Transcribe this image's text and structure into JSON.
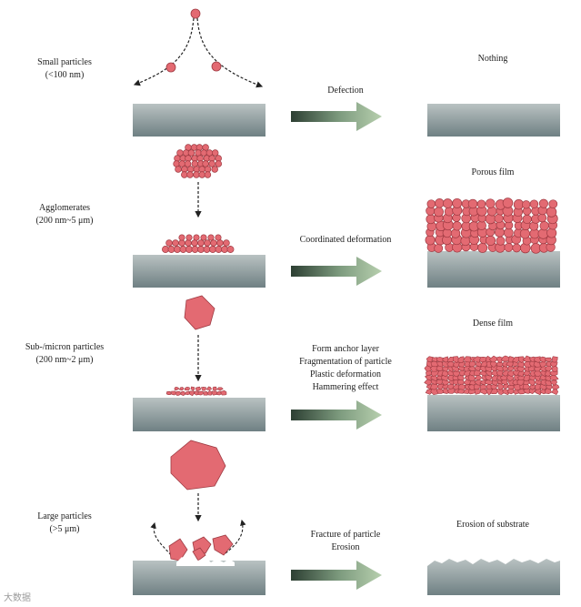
{
  "rows": [
    {
      "particle_name": "Small particles",
      "size_range": "(<100 nm)",
      "process_lines": [
        "Defection"
      ],
      "result": "Nothing"
    },
    {
      "particle_name": "Agglomerates",
      "size_range": "(200 nm~5 μm)",
      "process_lines": [
        "Coordinated deformation"
      ],
      "result": "Porous film"
    },
    {
      "particle_name": "Sub-/micron particles",
      "size_range": "(200 nm~2 μm)",
      "process_lines": [
        "Form anchor layer",
        "Fragmentation of particle",
        "Plastic deformation",
        "Hammering effect"
      ],
      "result": "Dense film"
    },
    {
      "particle_name": "Large particles",
      "size_range": "(>5 μm)",
      "process_lines": [
        "Fracture of particle",
        "Erosion"
      ],
      "result": "Erosion of substrate"
    }
  ],
  "watermark": "大数据",
  "colors": {
    "particle": "#e36a72",
    "particle_edge": "#9e3a42",
    "substrate_top": "#b9c2c2",
    "substrate_bottom": "#6f8083",
    "arrow": "#8aa88a"
  }
}
